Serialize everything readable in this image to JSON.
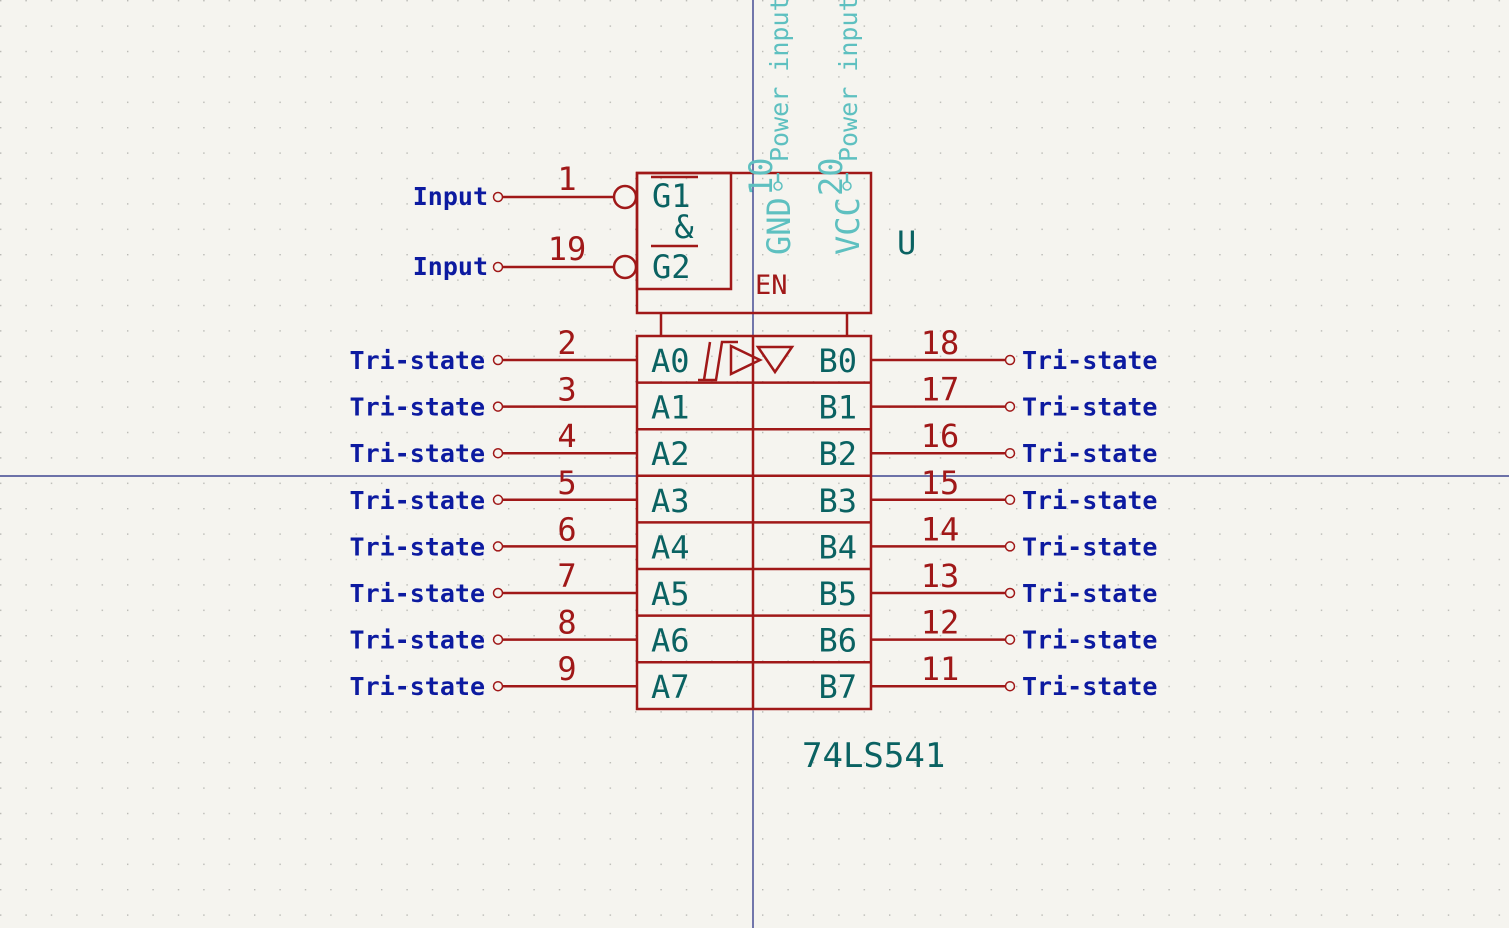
{
  "component": {
    "reference": "U",
    "value": "74LS541",
    "enable_label": "EN",
    "and_symbol": "&"
  },
  "enable_pins": [
    {
      "number": "1",
      "name": "G1",
      "type": "Input"
    },
    {
      "number": "19",
      "name": "G2",
      "type": "Input"
    }
  ],
  "left_pins": [
    {
      "number": "2",
      "name": "A0",
      "type": "Tri-state"
    },
    {
      "number": "3",
      "name": "A1",
      "type": "Tri-state"
    },
    {
      "number": "4",
      "name": "A2",
      "type": "Tri-state"
    },
    {
      "number": "5",
      "name": "A3",
      "type": "Tri-state"
    },
    {
      "number": "6",
      "name": "A4",
      "type": "Tri-state"
    },
    {
      "number": "7",
      "name": "A5",
      "type": "Tri-state"
    },
    {
      "number": "8",
      "name": "A6",
      "type": "Tri-state"
    },
    {
      "number": "9",
      "name": "A7",
      "type": "Tri-state"
    }
  ],
  "right_pins": [
    {
      "number": "18",
      "name": "B0",
      "type": "Tri-state"
    },
    {
      "number": "17",
      "name": "B1",
      "type": "Tri-state"
    },
    {
      "number": "16",
      "name": "B2",
      "type": "Tri-state"
    },
    {
      "number": "15",
      "name": "B3",
      "type": "Tri-state"
    },
    {
      "number": "14",
      "name": "B4",
      "type": "Tri-state"
    },
    {
      "number": "13",
      "name": "B5",
      "type": "Tri-state"
    },
    {
      "number": "12",
      "name": "B6",
      "type": "Tri-state"
    },
    {
      "number": "11",
      "name": "B7",
      "type": "Tri-state"
    }
  ],
  "power_pins": [
    {
      "number": "10",
      "name": "GND",
      "type": "Power input"
    },
    {
      "number": "20",
      "name": "VCC",
      "type": "Power input"
    }
  ],
  "colors": {
    "background": "#f5f4ef",
    "body": "#a01818",
    "pin_name": "#0a6262",
    "pin_type": "#0c1aa0",
    "power": "#5ec0c0",
    "crosshair": "#1a237e"
  }
}
